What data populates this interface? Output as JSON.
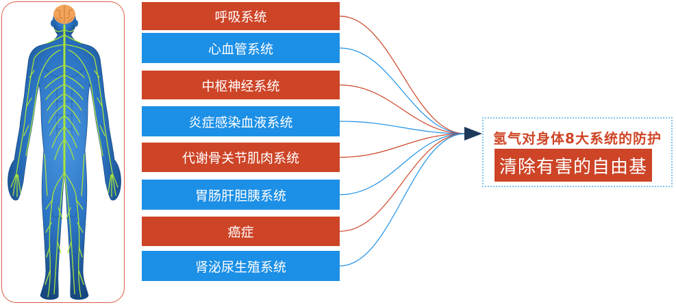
{
  "figure": {
    "illustration": "human-body-nervous-system-figure"
  },
  "systems": [
    {
      "label": "呼吸系统",
      "color": "#cd4427"
    },
    {
      "label": "心血管系统",
      "color": "#1c8fe6"
    },
    {
      "label": "中枢神经系统",
      "color": "#cd4427"
    },
    {
      "label": "炎症感染血液系统",
      "color": "#1c8fe6"
    },
    {
      "label": "代谢骨关节肌肉系统",
      "color": "#cd4427"
    },
    {
      "label": "胃肠肝胆胰系统",
      "color": "#1c8fe6"
    },
    {
      "label": "癌症",
      "color": "#cd4427"
    },
    {
      "label": "肾泌尿生殖系统",
      "color": "#1c8fe6"
    }
  ],
  "connectors": {
    "from_systems": [
      0,
      1,
      2,
      3,
      4,
      5,
      6,
      7
    ],
    "arrowhead": "right-arrow-icon"
  },
  "target": {
    "title": "氢气对身体8大系统的防护",
    "highlight": "清除有害的自由基"
  },
  "colors": {
    "panel_border": "#d75a3e",
    "arrow": "#1e3a5a",
    "target_border": "#7cc4ec",
    "title_text": "#cf4526",
    "highlight_background": "#cd4427",
    "highlight_text": "#ffffff",
    "body": "#2b74c4",
    "nerves": "#a9e43c",
    "brain": "#f2a45c"
  }
}
